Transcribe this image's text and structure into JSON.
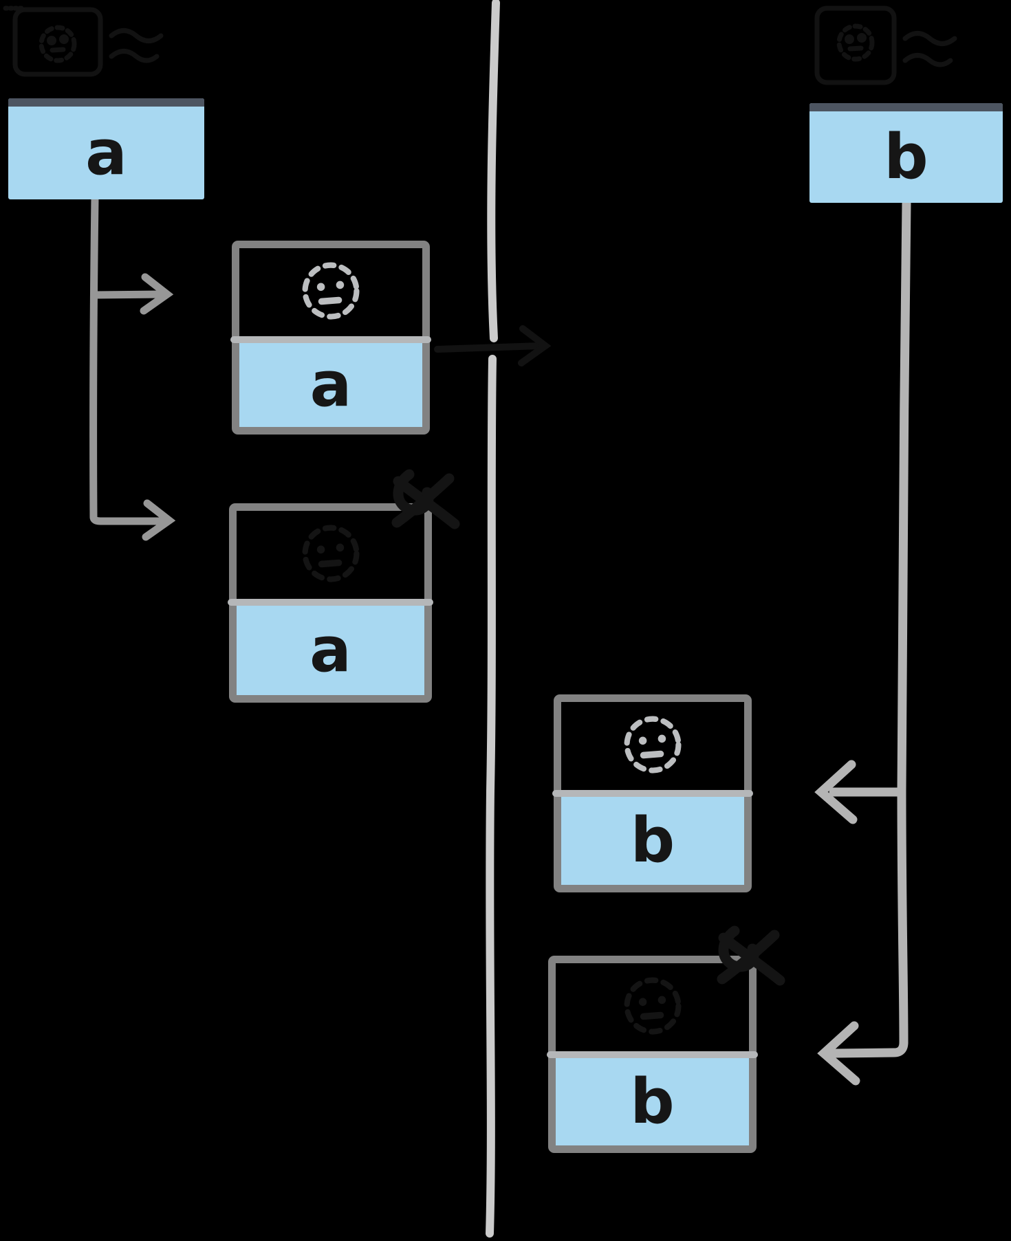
{
  "windows": {
    "a": {
      "label": "a"
    },
    "b": {
      "label": "b"
    }
  },
  "messages": [
    {
      "owner": "a",
      "label": "a",
      "ghost_style": "light",
      "crossed_out": false
    },
    {
      "owner": "a",
      "label": "a",
      "ghost_style": "dark",
      "crossed_out": true
    },
    {
      "owner": "b",
      "label": "b",
      "ghost_style": "light",
      "crossed_out": false
    },
    {
      "owner": "b",
      "label": "b",
      "ghost_style": "dark",
      "crossed_out": true
    }
  ],
  "colors": {
    "background": "#000000",
    "message_fill": "#a8d8f1",
    "window_fill": "#a8d8f1",
    "window_titlebar": "#4d5561",
    "box_border": "#828282",
    "divider": "#b5b7b9",
    "center_line": "#cbcbcb",
    "connector_left": "#979797",
    "connector_right": "#b4b4b4",
    "ghost_light": "#bcbec0",
    "ink_dark": "#141414",
    "ink_faint": "#121212",
    "letter_ink": "#161616"
  }
}
